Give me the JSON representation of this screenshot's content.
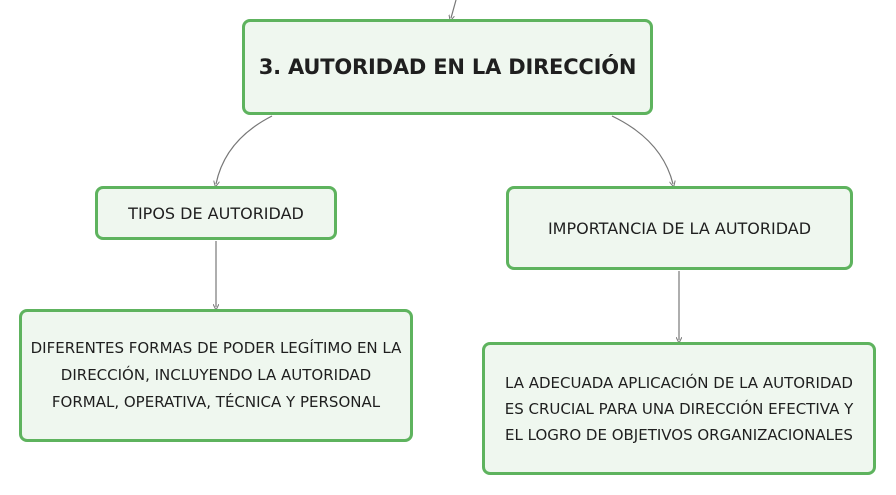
{
  "colors": {
    "node_border": "#5eb35e",
    "node_fill": "#eff7ef",
    "connector": "#777777"
  },
  "nodes": {
    "main": "3. AUTORIDAD EN LA DIRECCIÓN",
    "tipos": "TIPOS DE AUTORIDAD",
    "importancia": "IMPORTANCIA DE LA AUTORIDAD",
    "formas": "DIFERENTES FORMAS DE PODER LEGÍTIMO EN LA DIRECCIÓN, INCLUYENDO LA AUTORIDAD FORMAL, OPERATIVA, TÉCNICA Y PERSONAL",
    "adecuada": "LA ADECUADA APLICACIÓN DE LA AUTORIDAD ES CRUCIAL PARA UNA DIRECCIÓN EFECTIVA Y EL LOGRO DE OBJETIVOS ORGANIZACIONALES"
  }
}
